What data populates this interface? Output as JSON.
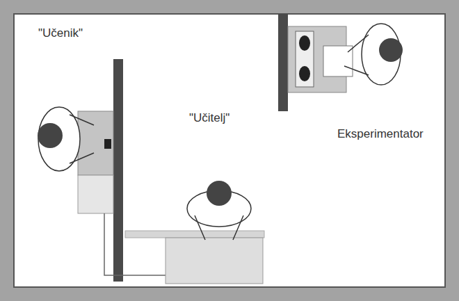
{
  "diagram": {
    "labels": [
      "\"Učenik\"",
      "\"Učitelj\"",
      "Eksperimentator"
    ]
  }
}
